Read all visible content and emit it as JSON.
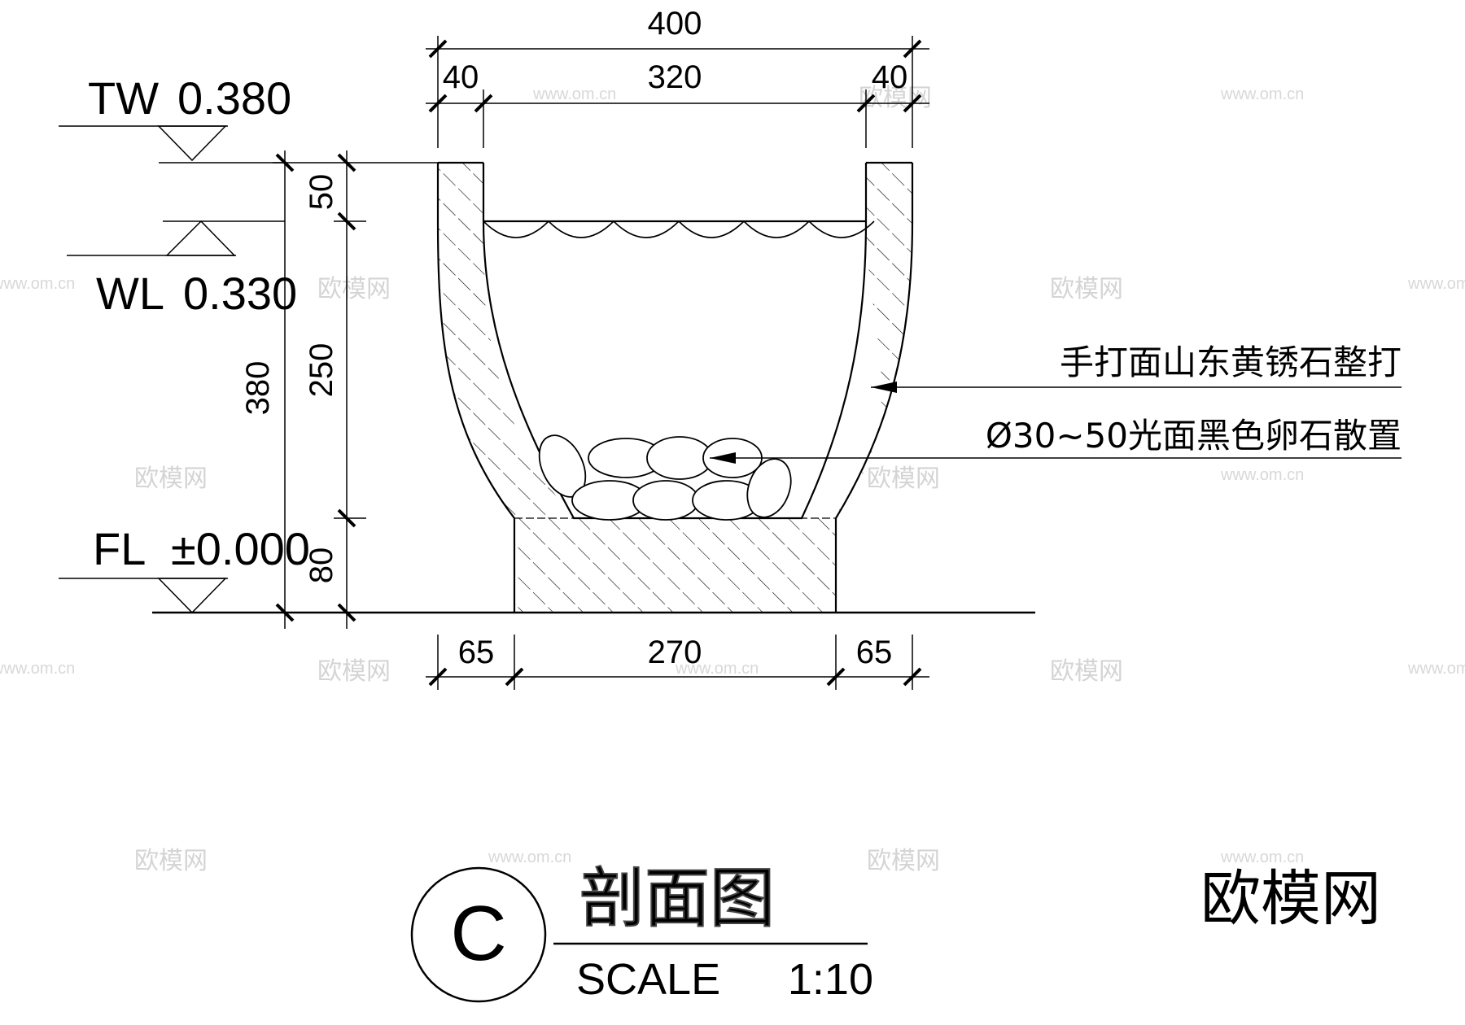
{
  "dimensions": {
    "top_total": "400",
    "top_left_wall": "40",
    "top_inner": "320",
    "top_right_wall": "40",
    "bottom_left": "65",
    "bottom_middle": "270",
    "bottom_right": "65",
    "height_total": "380",
    "height_top": "50",
    "height_middle": "250",
    "height_base": "80"
  },
  "levels": {
    "tw": {
      "label": "TW",
      "value": "0.380"
    },
    "wl": {
      "label": "WL",
      "value": "0.330"
    },
    "fl": {
      "label": "FL",
      "value": "±0.000"
    }
  },
  "notes": {
    "stone": "手打面山东黄锈石整打",
    "pebbles": "Ø30~50光面黑色卵石散置"
  },
  "title_block": {
    "symbol": "C",
    "title": "剖面图",
    "scale_label": "SCALE",
    "scale_value": "1:10"
  },
  "watermark": {
    "brand": "欧模网",
    "url": "www.om.cn"
  },
  "colors": {
    "line": "#000000",
    "watermark": "#d4d4d4",
    "title_fill": "#e6e6e6"
  }
}
